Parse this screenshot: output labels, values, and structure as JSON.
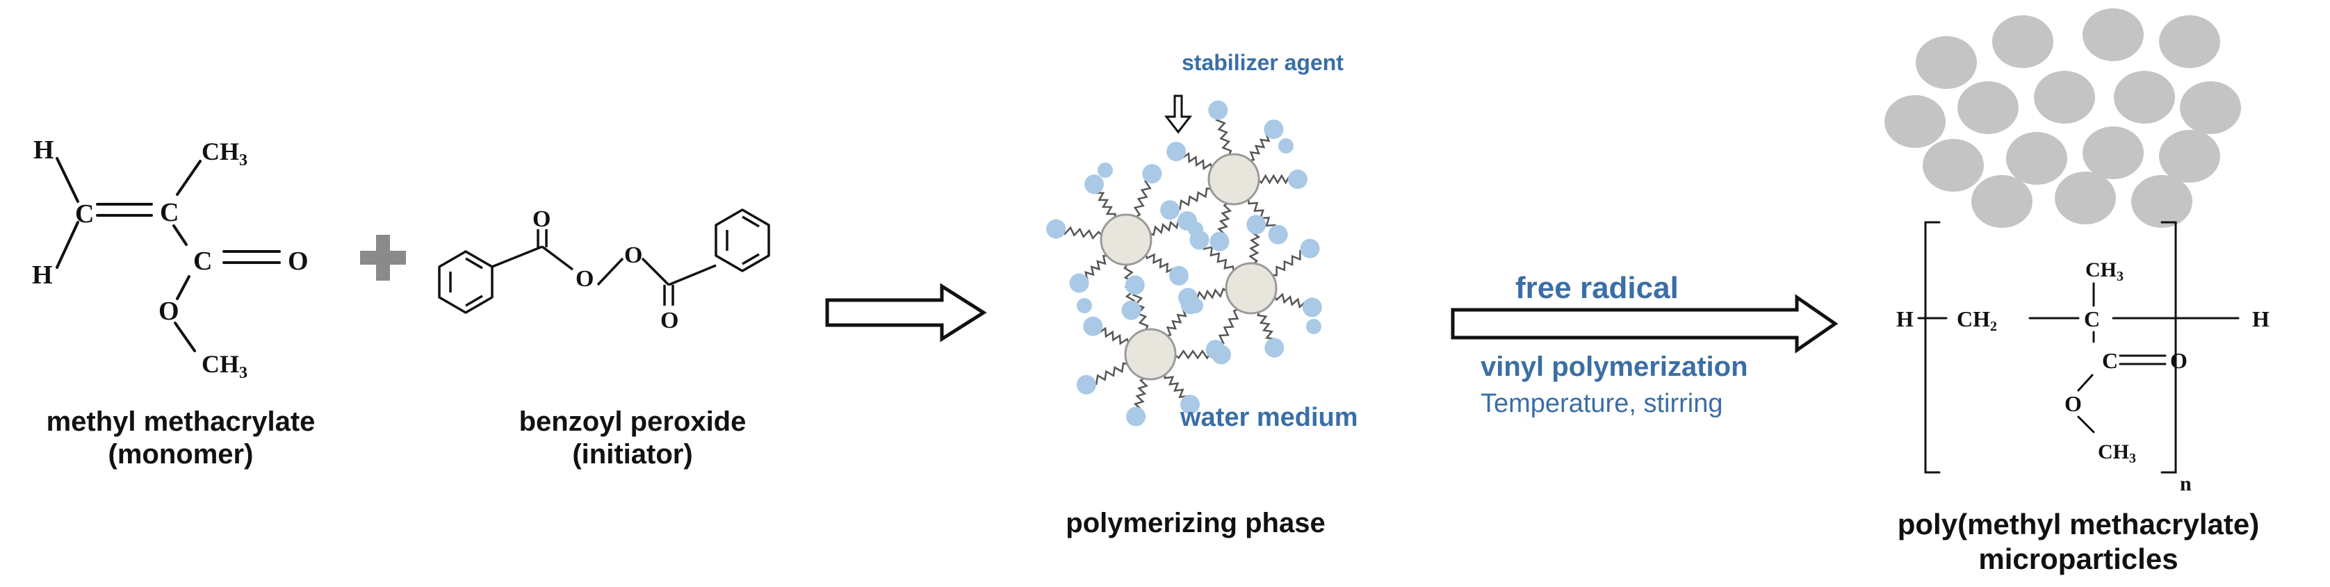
{
  "monomer": {
    "caption_line1": "methyl methacrylate",
    "caption_line2": "(monomer)",
    "atoms": {
      "h_top": "H",
      "h_bottom": "H",
      "c1": "C",
      "c2": "C",
      "c3": "C",
      "o_double": "O",
      "o_single": "O",
      "ch3_top": "CH",
      "ch3_bottom": "CH",
      "sub3": "3"
    }
  },
  "plus_color": "#8a8a8a",
  "initiator": {
    "caption_line1": "benzoyl peroxide",
    "caption_line2": "(initiator)",
    "atoms": {
      "o_carbonyl_left": "O",
      "o_peroxide_1": "O",
      "o_peroxide_2": "O",
      "o_carbonyl_right": "O"
    }
  },
  "polymerizing": {
    "stabilizer_label": "stabilizer agent",
    "medium_label": "water medium",
    "caption": "polymerizing phase",
    "droplet_color": "#e8e6dc",
    "stabilizer_color": "#a9c9e6"
  },
  "reaction": {
    "label_main": "free radical",
    "label_type": "vinyl polymerization",
    "label_conditions": "Temperature, stirring",
    "accent_color": "#3a6ea5"
  },
  "product": {
    "caption_line1": "poly(methyl methacrylate)",
    "caption_line2": "microparticles",
    "particle_color": "#c4c4c4",
    "atoms": {
      "h_left": "H",
      "ch2": "CH",
      "sub2": "2",
      "c": "C",
      "ch3_top": "CH",
      "sub3_top": "3",
      "c_carbonyl": "C",
      "o_double": "O",
      "o_single": "O",
      "ch3_bottom": "CH",
      "sub3_bottom": "3",
      "h_right": "H",
      "n": "n"
    }
  }
}
